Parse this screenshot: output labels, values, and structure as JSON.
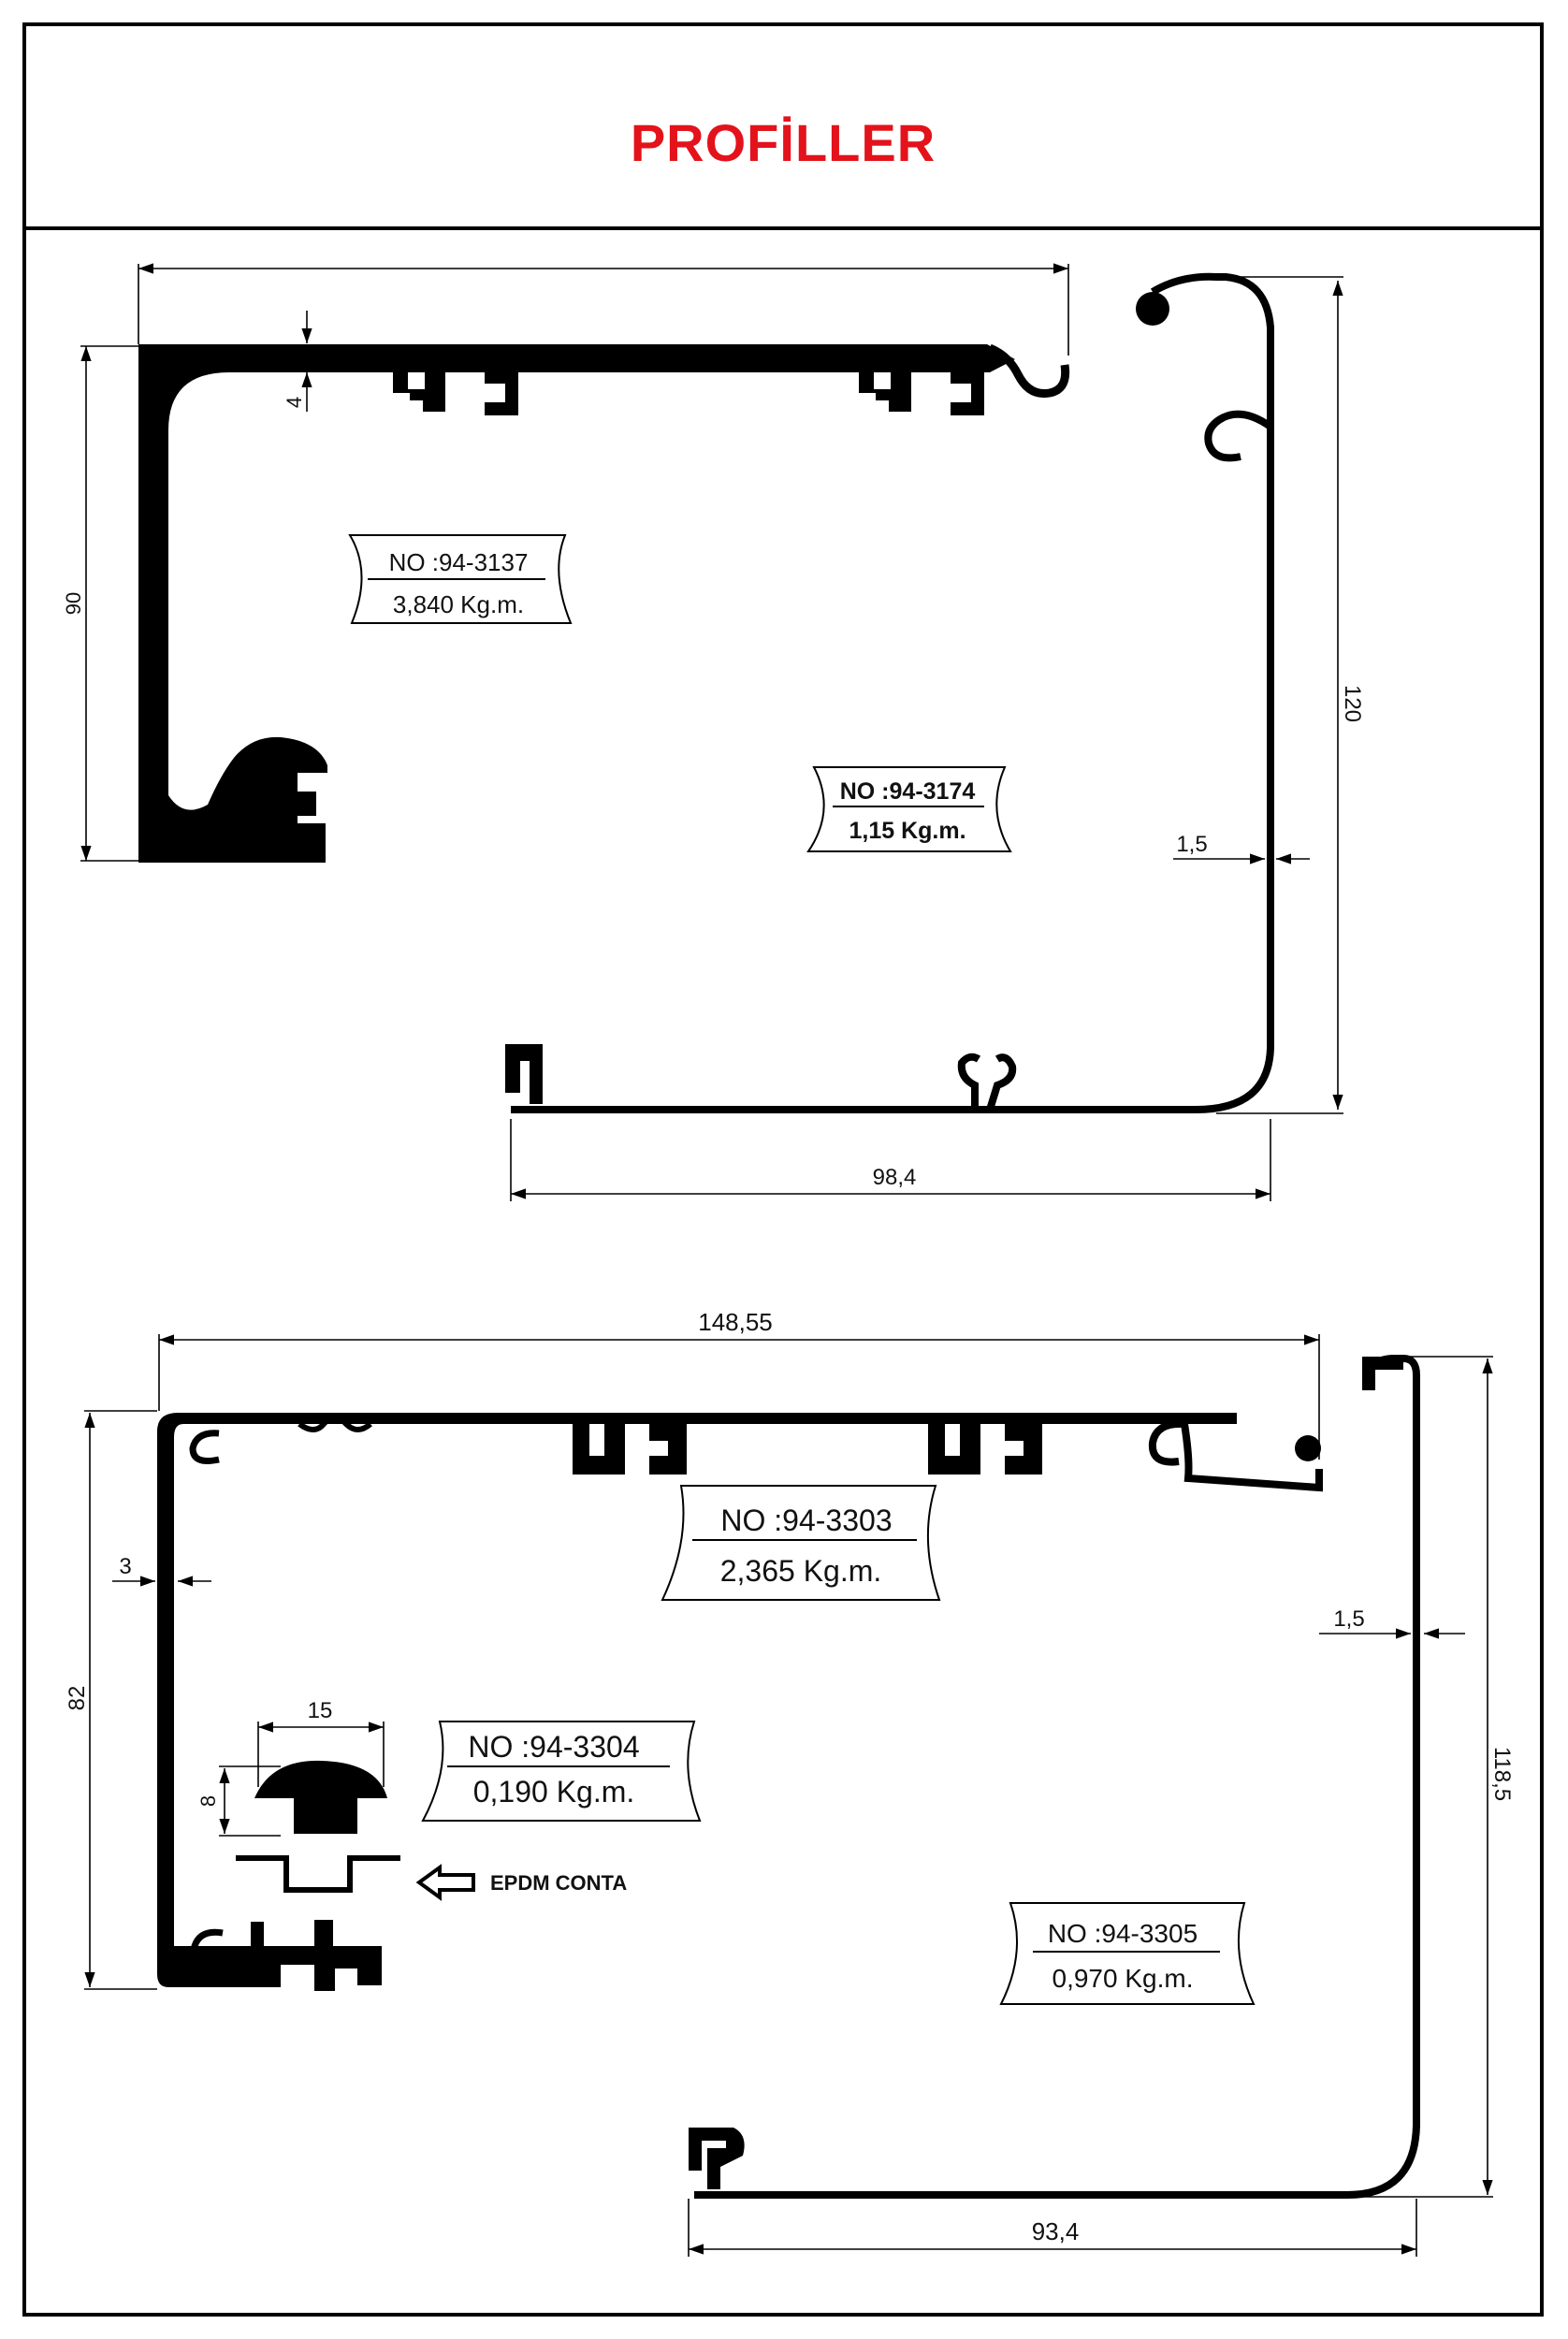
{
  "page_title": "PROFİLLER",
  "profiles_top": {
    "left": {
      "code": "NO :94-3137",
      "weight": "3,840 Kg.m.",
      "dims": {
        "width": "",
        "height": "90",
        "wall": "4"
      }
    },
    "right": {
      "code": "NO :94-3174",
      "weight": "1,15 Kg.m.",
      "dims": {
        "height": "120",
        "wall": "1,5",
        "width": "98,4"
      }
    }
  },
  "profiles_bottom": {
    "left": {
      "code": "NO :94-3303",
      "weight": "2,365 Kg.m.",
      "dims": {
        "width": "148,55",
        "height": "82",
        "wall": "3"
      }
    },
    "insert": {
      "code": "NO :94-3304",
      "weight": "0,190 Kg.m.",
      "dims": {
        "width": "15",
        "height": "8"
      }
    },
    "gasket_label": "EPDM CONTA",
    "right": {
      "code": "NO :94-3305",
      "weight": "0,970 Kg.m.",
      "dims": {
        "height": "118,5",
        "wall": "1,5",
        "width": "93,4"
      }
    }
  }
}
